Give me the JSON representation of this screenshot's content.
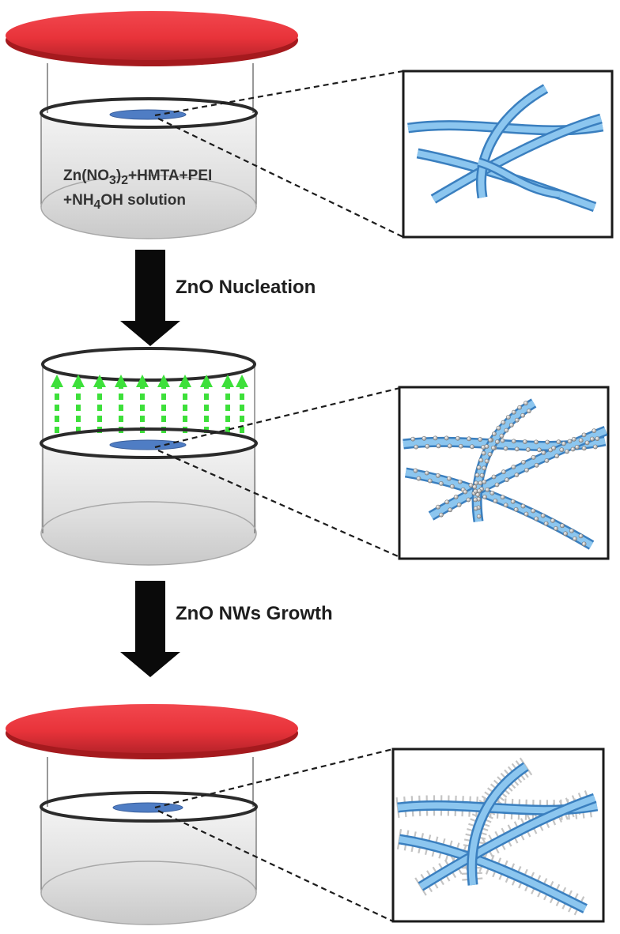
{
  "solution": {
    "line1_prefix": "Zn(NO",
    "line1_sub": "3",
    "line1_close": ")",
    "line1_sub2": "2",
    "line1_suffix": "+HMTA+PEI",
    "line2_prefix": "+NH",
    "line2_sub": "4",
    "line2_suffix": "OH solution"
  },
  "steps": {
    "step1": "ZnO Nucleation",
    "step2": "ZnO NWs Growth"
  },
  "colors": {
    "lid": "#e8333a",
    "lid_edge": "#a51a1e",
    "substrate": "#4f7dc4",
    "fiber": "#6fb2e8",
    "arrow_black": "#0a0a0a",
    "arrow_green": "#3de03a",
    "outline": "#2b2b2b"
  },
  "icons": {
    "process_arrow": "down-arrow-icon",
    "vapor_arrow": "green-dashed-up-arrow-icon"
  }
}
